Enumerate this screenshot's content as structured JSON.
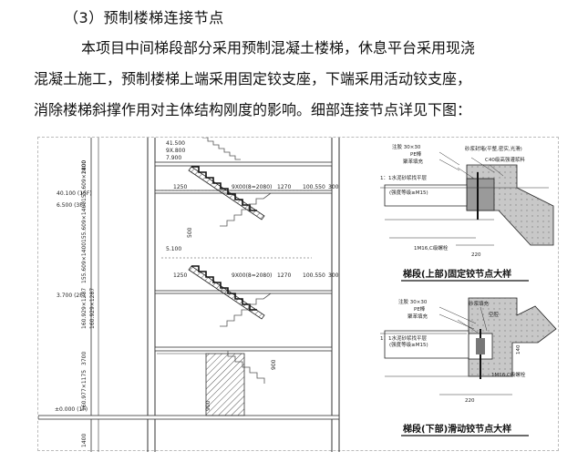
{
  "heading": "（3）预制楼梯连接节点",
  "paragraph": {
    "line1": "本项目中间梯段部分采用预制混凝土楼梯，休息平台采用现浇",
    "line2": "混凝土施工，预制楼梯上端采用固定铰支座，下端采用活动铰支座，",
    "line3": "消除楼梯斜撑作用对主体结构刚度的影响。细部连接节点详见下图："
  },
  "drawing": {
    "section": {
      "levels": [
        "41.500",
        "40.100 (15F)",
        "6.500 (3F)",
        "3.700 (2F)",
        "±0.000 (1F)"
      ],
      "top_marks": [
        "41.500",
        "9X.800",
        "7.900"
      ],
      "mid_mark": "5.100",
      "verticals": [
        "2800",
        "155.609×1400",
        "155.609×1400",
        "155.609×1400",
        "160.929×1287",
        "160.929×1287",
        "3700",
        "160.977×1175",
        "1400"
      ],
      "flight_row1": [
        "1250",
        "9X00(8=2080)",
        "1270",
        "100.550",
        "300"
      ],
      "flight_row2": [
        "1250",
        "9X00(8=2080)",
        "1270",
        "100.550",
        "300"
      ],
      "dim_500": "500",
      "dim_900": "900",
      "dim_900b": "900"
    },
    "detail_top": {
      "labels": [
        "注胶 30×30",
        "PE棒",
        "聚苯填充",
        "砂浆封堵(平整,密实,光滑)",
        "C40级高强灌浆料",
        "1：1水泥砂浆找平层",
        "(强度等级≥M15)"
      ],
      "bolt": "1M16,C级螺栓",
      "dim": "220",
      "caption": "梯段(上部)固定铰节点大样"
    },
    "detail_bottom": {
      "labels": [
        "注胶 30×30",
        "PE棒",
        "聚苯填充",
        "砂浆填充",
        "空腔",
        "1：1水泥砂浆找平层",
        "(强度等级≥M15)"
      ],
      "bolt": "1M16,C级螺栓",
      "dim": "220",
      "side": "140",
      "caption": "梯段(下部)滑动铰节点大样"
    }
  }
}
